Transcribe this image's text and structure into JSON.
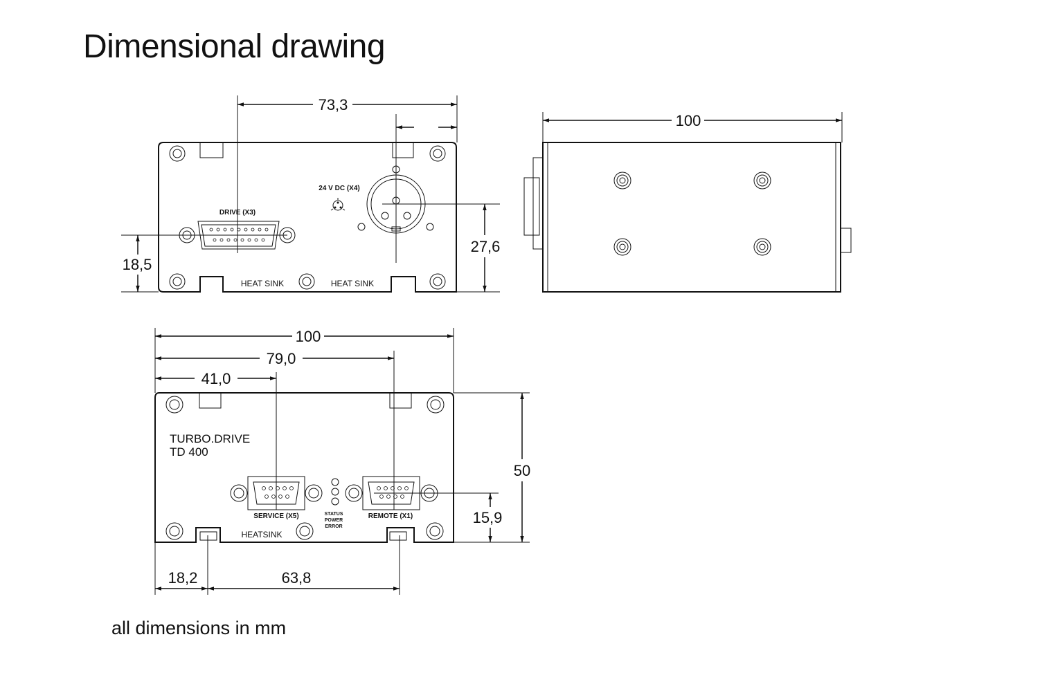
{
  "title": "Dimensional drawing",
  "footnote": "all dimensions in mm",
  "front_view": {
    "dim_connector_offset": "73,3",
    "dim_drive_height": "18,5",
    "dim_power_height": "27,6",
    "drive_label": "DRIVE (X3)",
    "power_label": "24 V DC (X4)",
    "heatsink_left": "HEAT SINK",
    "heatsink_right": "HEAT SINK"
  },
  "side_view": {
    "dim_length": "100"
  },
  "top_view": {
    "dim_width": "100",
    "dim_remote_offset": "79,0",
    "dim_service_offset": "41,0",
    "dim_height": "50",
    "dim_connector_height": "15,9",
    "dim_slot_left": "18,2",
    "dim_slot_spacing": "63,8",
    "product_name": "TURBO.DRIVE",
    "product_model": "TD 400",
    "service_label": "SERVICE (X5)",
    "remote_label": "REMOTE (X1)",
    "led_status": "STATUS",
    "led_power": "POWER",
    "led_error": "ERROR",
    "heatsink": "HEATSINK"
  }
}
